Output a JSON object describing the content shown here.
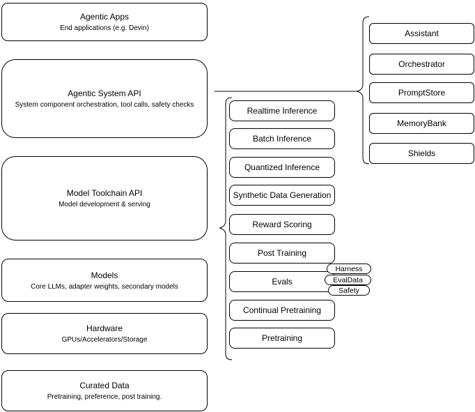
{
  "diagram": {
    "left_stack": [
      {
        "title": "Agentic Apps",
        "subtitle": "End applications (e.g. Devin)"
      },
      {
        "title": "Agentic System API",
        "subtitle": "System component orchestration, tool calls, safety checks"
      },
      {
        "title": "Model Toolchain API",
        "subtitle": "Model development & serving"
      },
      {
        "title": "Models",
        "subtitle": "Core LLMs, adapter weights, secondary models"
      },
      {
        "title": "Hardware",
        "subtitle": "GPUs/Accelerators/Storage"
      },
      {
        "title": "Curated Data",
        "subtitle": "Pretraining, preference, post training."
      }
    ],
    "toolchain_components": [
      "Realtime Inference",
      "Batch Inference",
      "Quantized Inference",
      "Synthetic Data Generation",
      "Reward Scoring",
      "Post Training",
      "Evals",
      "Continual Pretraining",
      "Pretraining"
    ],
    "eval_tags": [
      "Harness",
      "EvalData",
      "Safety"
    ],
    "system_components": [
      "Assistant",
      "Orchestrator",
      "PromptStore",
      "MemoryBank",
      "Shields"
    ],
    "colors": {
      "stroke": "#000000",
      "fill": "#ffffff",
      "text": "#000000",
      "background": "#ffffff"
    }
  }
}
